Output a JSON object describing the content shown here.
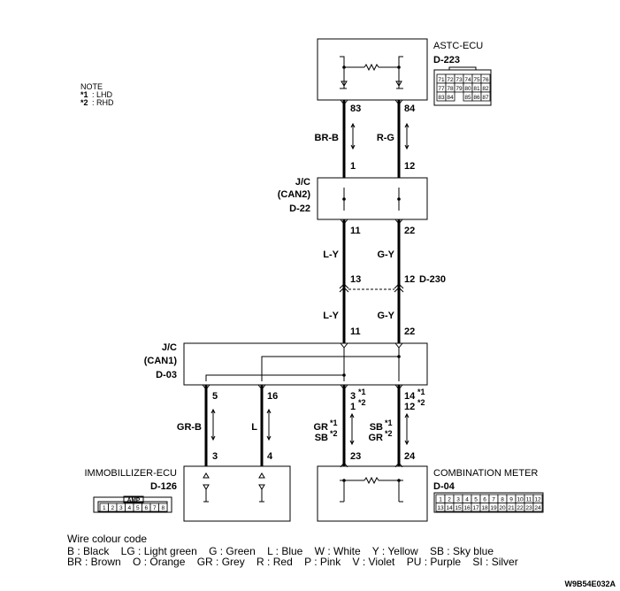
{
  "note": {
    "title": "NOTE",
    "lines": [
      {
        "mark": "*1",
        "text": ": LHD"
      },
      {
        "mark": "*2",
        "text": ": RHD"
      }
    ]
  },
  "components": {
    "astc": {
      "name": "ASTC-ECU",
      "id": "D-223"
    },
    "jc2": {
      "line1": "J/C",
      "line2": "(CAN2)",
      "id": "D-22"
    },
    "jc1": {
      "line1": "J/C",
      "line2": "(CAN1)",
      "id": "D-03"
    },
    "immo": {
      "name": "IMMOBILLIZER-ECU",
      "id": "D-126"
    },
    "meter": {
      "name": "COMBINATION METER",
      "id": "D-04"
    },
    "joint": {
      "id": "D-230"
    }
  },
  "pins": {
    "astc_l": "83",
    "astc_r": "84",
    "jc2_top_l": "1",
    "jc2_top_r": "12",
    "jc2_bot_l": "11",
    "jc2_bot_r": "22",
    "d230_l": "13",
    "d230_r": "12",
    "jc1_top_l": "11",
    "jc1_top_r": "22",
    "jc1_a": "5",
    "jc1_b": "16",
    "jc1_c1": "3",
    "jc1_c1m": "*1",
    "jc1_c2": "1",
    "jc1_c2m": "*2",
    "jc1_d1": "14",
    "jc1_d1m": "*1",
    "jc1_d2": "12",
    "jc1_d2m": "*2",
    "immo_a": "3",
    "immo_b": "4",
    "meter_a": "23",
    "meter_b": "24"
  },
  "wires": {
    "w1_l": "BR-B",
    "w1_r": "R-G",
    "w2_l": "L-Y",
    "w2_r": "G-Y",
    "w3_l": "L-Y",
    "w3_r": "G-Y",
    "w4_a": "GR-B",
    "w4_b": "L",
    "w4_c1": "GR",
    "w4_c1m": "*1",
    "w4_c2": "SB",
    "w4_c2m": "*2",
    "w4_d1": "SB",
    "w4_d1m": "*1",
    "w4_d2": "GR",
    "w4_d2m": "*2"
  },
  "connectors": {
    "astc_rows": [
      [
        "71",
        "72",
        "73",
        "74",
        "75",
        "76"
      ],
      [
        "77",
        "78",
        "79",
        "80",
        "81",
        "82"
      ],
      [
        "83",
        "84",
        "",
        "85",
        "86",
        "87"
      ]
    ],
    "immo_amp": "AMP",
    "immo_pins": [
      "1",
      "2",
      "3",
      "4",
      "5",
      "6",
      "7",
      "8"
    ],
    "meter_rows": [
      [
        "1",
        "2",
        "3",
        "4",
        "5",
        "6",
        "7",
        "8",
        "9",
        "10",
        "11",
        "12"
      ],
      [
        "13",
        "14",
        "15",
        "16",
        "17",
        "18",
        "19",
        "20",
        "21",
        "22",
        "23",
        "24"
      ]
    ]
  },
  "legend": {
    "title": "Wire colour code",
    "line1": "B : Black    LG : Light green    G : Green    L : Blue    W : White    Y : Yellow    SB : Sky blue",
    "line2": "BR : Brown    O : Orange    GR : Grey    R : Red    P : Pink    V : Violet    PU : Purple    SI : Silver"
  },
  "figure_code": "W9B54E032A"
}
